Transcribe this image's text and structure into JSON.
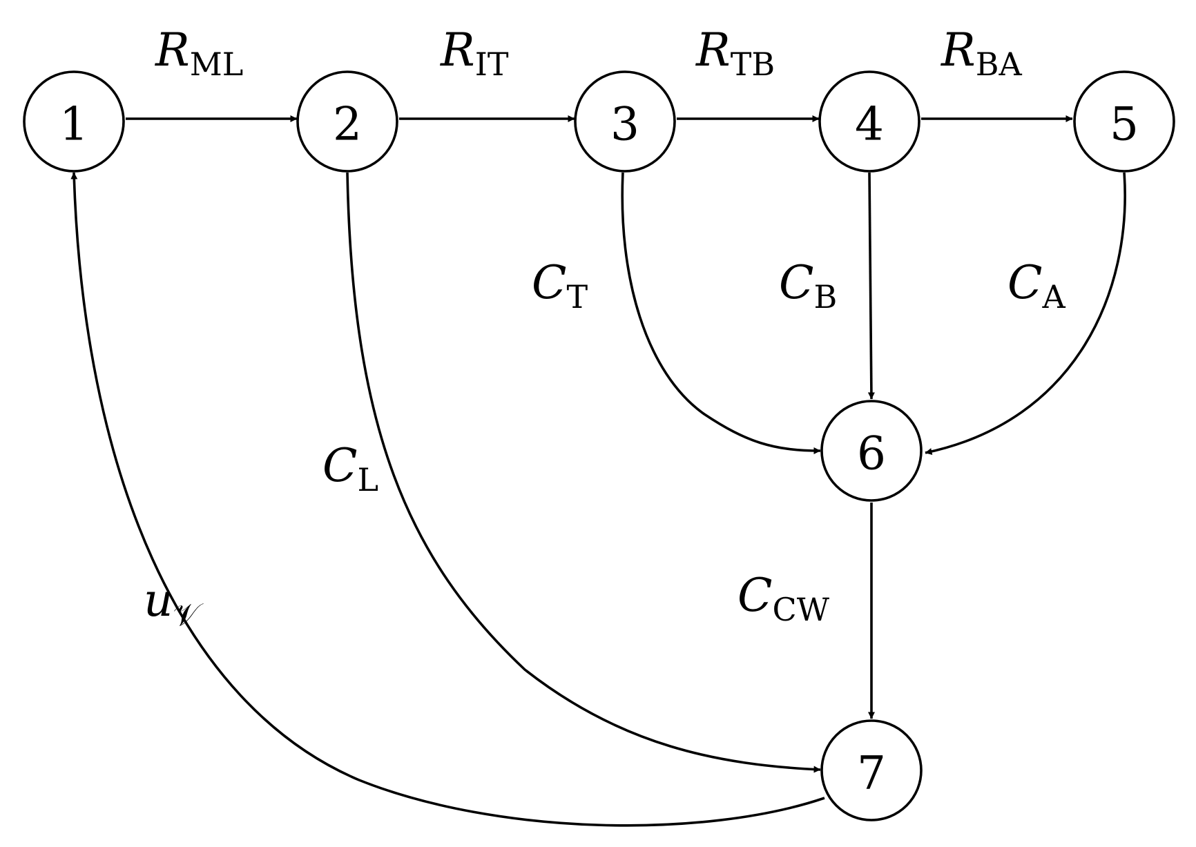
{
  "diagram": {
    "nodes": [
      {
        "id": "1",
        "label": "1"
      },
      {
        "id": "2",
        "label": "2"
      },
      {
        "id": "3",
        "label": "3"
      },
      {
        "id": "4",
        "label": "4"
      },
      {
        "id": "5",
        "label": "5"
      },
      {
        "id": "6",
        "label": "6"
      },
      {
        "id": "7",
        "label": "7"
      }
    ],
    "edges": [
      {
        "from": "1",
        "to": "2",
        "label_main": "R",
        "label_sub": "ML"
      },
      {
        "from": "2",
        "to": "3",
        "label_main": "R",
        "label_sub": "IT"
      },
      {
        "from": "3",
        "to": "4",
        "label_main": "R",
        "label_sub": "TB"
      },
      {
        "from": "4",
        "to": "5",
        "label_main": "R",
        "label_sub": "BA"
      },
      {
        "from": "3",
        "to": "6",
        "label_main": "C",
        "label_sub": "T"
      },
      {
        "from": "4",
        "to": "6",
        "label_main": "C",
        "label_sub": "B"
      },
      {
        "from": "5",
        "to": "6",
        "label_main": "C",
        "label_sub": "A"
      },
      {
        "from": "6",
        "to": "7",
        "label_main": "C",
        "label_sub": "CW"
      },
      {
        "from": "2",
        "to": "7",
        "label_main": "C",
        "label_sub": "L"
      },
      {
        "from": "7",
        "to": "1",
        "label_main": "u",
        "label_sub": "𝒱"
      }
    ]
  }
}
